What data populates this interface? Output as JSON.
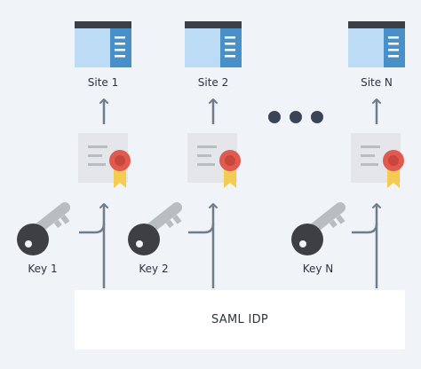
{
  "sites": [
    {
      "label": "Site 1"
    },
    {
      "label": "Site 2"
    },
    {
      "label": "Site N"
    }
  ],
  "keys": [
    {
      "label": "Key 1"
    },
    {
      "label": "Key 2"
    },
    {
      "label": "Key N"
    }
  ],
  "idp": {
    "label": "SAML IDP"
  },
  "ellipsis": "…",
  "colors": {
    "background": "#f0f3f7",
    "arrow": "#6e7d8c",
    "window_light": "#bcdcf5",
    "window_dark": "#4a90c8",
    "window_bar": "#3c3f45",
    "key": "#3e3f42",
    "key_light": "#b8bdc2",
    "certificate": "#e4e6e9",
    "seal_red": "#e05a4f",
    "ribbon_yellow": "#f4cc52",
    "dots": "#3a4458"
  }
}
